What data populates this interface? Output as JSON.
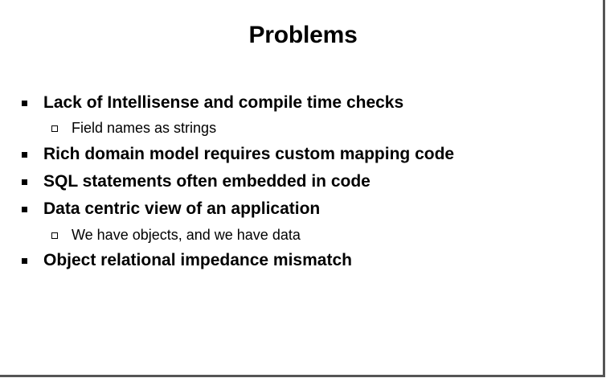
{
  "slide": {
    "title": "Problems",
    "bullets": [
      {
        "text": "Lack of Intellisense and compile time checks"
      },
      {
        "text": "Field names as strings"
      },
      {
        "text": "Rich domain model requires custom mapping code"
      },
      {
        "text": "SQL statements often embedded in code"
      },
      {
        "text": "Data centric view of an application"
      },
      {
        "text": "We have objects, and we have data"
      },
      {
        "text": "Object relational impedance mismatch"
      }
    ]
  }
}
